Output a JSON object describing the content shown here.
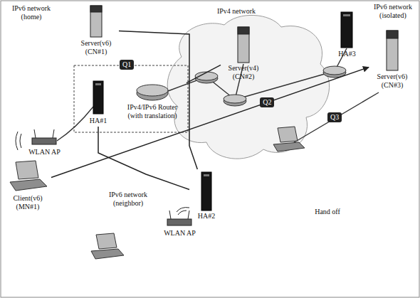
{
  "diagram": {
    "nodes": [
      {
        "text": [
          "Server(v6) (CN#1)"
        ]
      },
      {
        "text": [
          "Server(v4) (CN#2)"
        ]
      },
      {
        "text": [
          "HA#3"
        ]
      },
      {
        "text": [
          "Server(v6) (CN#3)"
        ]
      },
      {
        "text": [
          "HA#1"
        ]
      },
      {
        "text": [
          "IPv4/IPv6 Router (with translation)"
        ]
      },
      {
        "text": [
          "WLAN AP"
        ]
      },
      {
        "text": [
          "Client(v6) (MN#1)"
        ]
      },
      {
        "text": [
          "HA#2"
        ]
      },
      {
        "text": [
          "WLAN AP"
        ]
      }
    ],
    "edges": [
      {
        "from": 7,
        "to": 3,
        "arrow": "to",
        "label": "Q2"
      },
      {
        "from": 0,
        "to": 8,
        "arrow": "none"
      },
      {
        "from": 4,
        "to": 8,
        "arrow": "none"
      },
      {
        "from": 5,
        "to": 1,
        "arrow": "none"
      }
    ],
    "labels": [
      "IPv6 network (home)",
      "IPv4 network",
      "IPv6 network (isolated)",
      "Q1",
      "Q3",
      "IPv6 network (neighbor)",
      "Hand off"
    ]
  }
}
